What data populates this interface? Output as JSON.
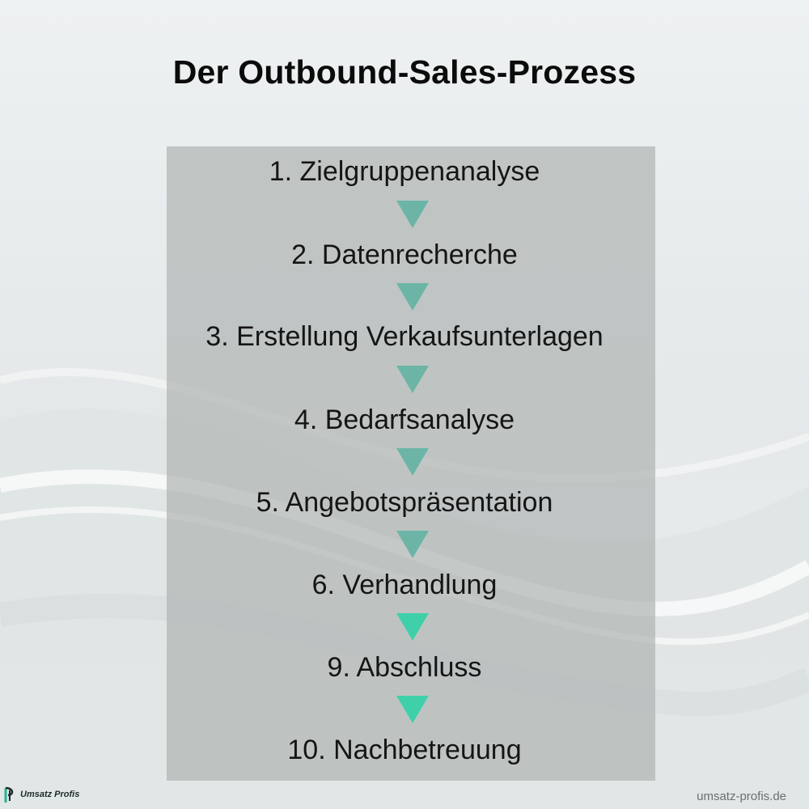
{
  "title": "Der Outbound-Sales-Prozess",
  "steps": [
    "1. Zielgruppenanalyse",
    "2. Datenrecherche",
    "3. Erstellung Verkaufsunterlagen",
    "4. Bedarfsanalyse",
    "5. Angebotspräsentation",
    "6. Verhandlung",
    "9. Abschluss",
    "10. Nachbetreuung"
  ],
  "arrow_colors": [
    "#6cb5a6",
    "#6cb5a6",
    "#6cb5a6",
    "#6cb5a6",
    "#6cb5a6",
    "#3fd0aa",
    "#3fd0aa"
  ],
  "colors": {
    "panel": "#b0b6b4",
    "title_text": "#0b0b0b",
    "accent": "#3fd0aa"
  },
  "footer": {
    "logo_text": "Umsatz Profis",
    "website": "umsatz-profis.de"
  },
  "icons": {
    "logo": "umsatz-profis-logo-icon",
    "arrow": "down-triangle-icon"
  }
}
